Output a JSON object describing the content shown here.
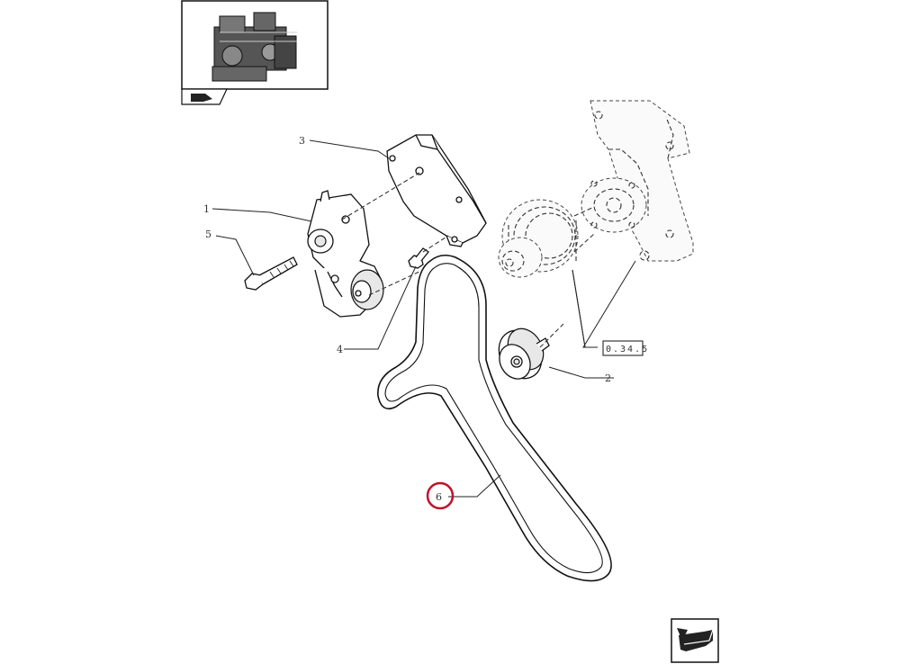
{
  "thumbnail": {
    "icon": "engine-thumbnail",
    "nav_icon": "book-arrow-icon"
  },
  "callouts": {
    "p1": "1",
    "p2": "2",
    "p3": "3",
    "p4": "4",
    "p5": "5",
    "p6": "6"
  },
  "reference": {
    "label": "0.34.5"
  },
  "highlight": {
    "color": "#c0102a"
  },
  "nav": {
    "next_icon": "next-page-arrow-icon"
  }
}
